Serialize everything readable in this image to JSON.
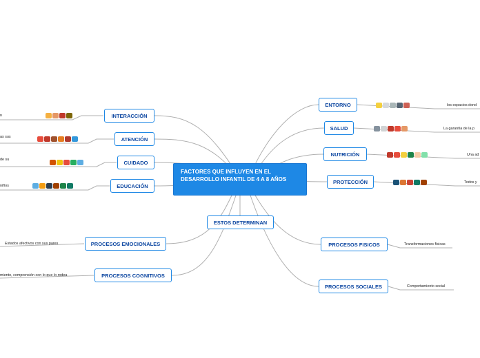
{
  "central_topic": "FACTORES QUE INFLUYEN EN EL DESARROLLO INFANTIL DE 4 A 8 AÑOS",
  "left_branches": [
    {
      "label": "INTERACCIÓN",
      "leaf": "n"
    },
    {
      "label": "ATENCIÓN",
      "leaf": "as sus"
    },
    {
      "label": "CUIDADO",
      "leaf": "de su"
    },
    {
      "label": "EDUCACIÓN",
      "leaf": "niños"
    },
    {
      "label": "PROCESOS EMOCIONALES",
      "leaf": "Estados afectivos con sus pares"
    },
    {
      "label": "PROCESOS COGNITIVOS",
      "leaf": "miento, comprensión con lo que lo rodea"
    }
  ],
  "center_branch": {
    "label": "ESTOS DETERMINAN"
  },
  "right_branches": [
    {
      "label": "ENTORNO",
      "leaf": "los espacios dond"
    },
    {
      "label": "SALUD",
      "leaf": "La garantía de la p"
    },
    {
      "label": "NUTRICIÓN",
      "leaf": "Una ad"
    },
    {
      "label": "PROTECCIÓN",
      "leaf": "Todos y"
    },
    {
      "label": "PROCESOS FISICOS",
      "leaf": "Transformaciones físicas"
    },
    {
      "label": "PROCESOS SOCIALES",
      "leaf": "Comportamiento social"
    }
  ],
  "icon_sets": {
    "interaccion": [
      "people-icon",
      "people-icon",
      "people-icon",
      "people-icon"
    ],
    "atencion": [
      "heart-icon",
      "shoe-icon",
      "teddy-icon",
      "clock-icon",
      "megaphone-icon",
      "gift-icon"
    ],
    "cuidado": [
      "person-icon",
      "face-icon",
      "pin-icon",
      "family-icon",
      "sleep-icon"
    ],
    "educacion": [
      "book-icon",
      "pencil-icon",
      "graduate-icon",
      "broom-icon",
      "teacher-icon",
      "classroom-icon"
    ],
    "entorno": [
      "bus-icon",
      "clock-icon",
      "church-icon",
      "car-icon",
      "school-icon"
    ],
    "salud": [
      "wheelchair-icon",
      "ambulance-icon",
      "bandage-icon",
      "pill-icon",
      "syringe-icon"
    ],
    "nutricion": [
      "meat-icon",
      "apple-icon",
      "cheese-icon",
      "broccoli-icon",
      "egg-icon",
      "lettuce-icon"
    ],
    "proteccion": [
      "police-icon",
      "family-icon",
      "nurse-icon",
      "teacher-icon",
      "woman-icon"
    ]
  }
}
